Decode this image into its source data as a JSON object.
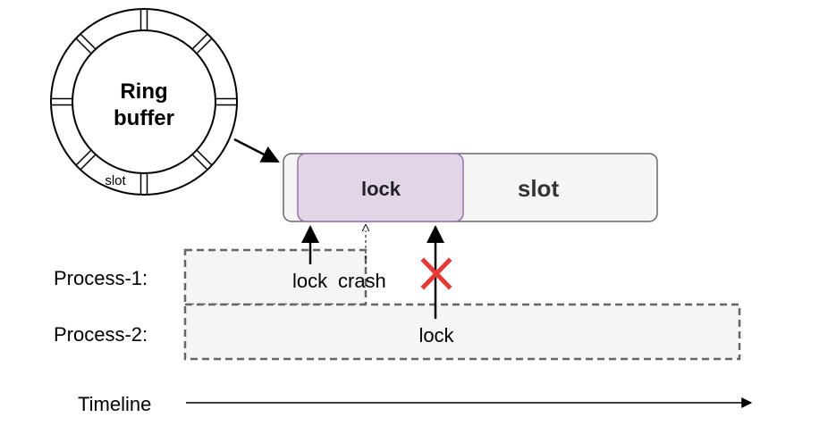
{
  "ring_buffer": {
    "title_line1": "Ring",
    "title_line2": "buffer",
    "slot_label": "slot"
  },
  "slot_box": {
    "lock_label": "lock",
    "slot_label": "slot"
  },
  "labels": {
    "lock_process1": "lock",
    "crash": "crash",
    "lock_process2": "lock",
    "process1": "Process-1:",
    "process2": "Process-2:",
    "timeline": "Timeline"
  },
  "colors": {
    "lock_fill": "#e1d5e7",
    "lock_stroke": "#9673a6",
    "slot_fill": "#f5f5f5",
    "slot_stroke": "#666666",
    "process_fill": "#f5f5f5",
    "process_stroke": "#666666",
    "fail_mark": "#e53935"
  }
}
